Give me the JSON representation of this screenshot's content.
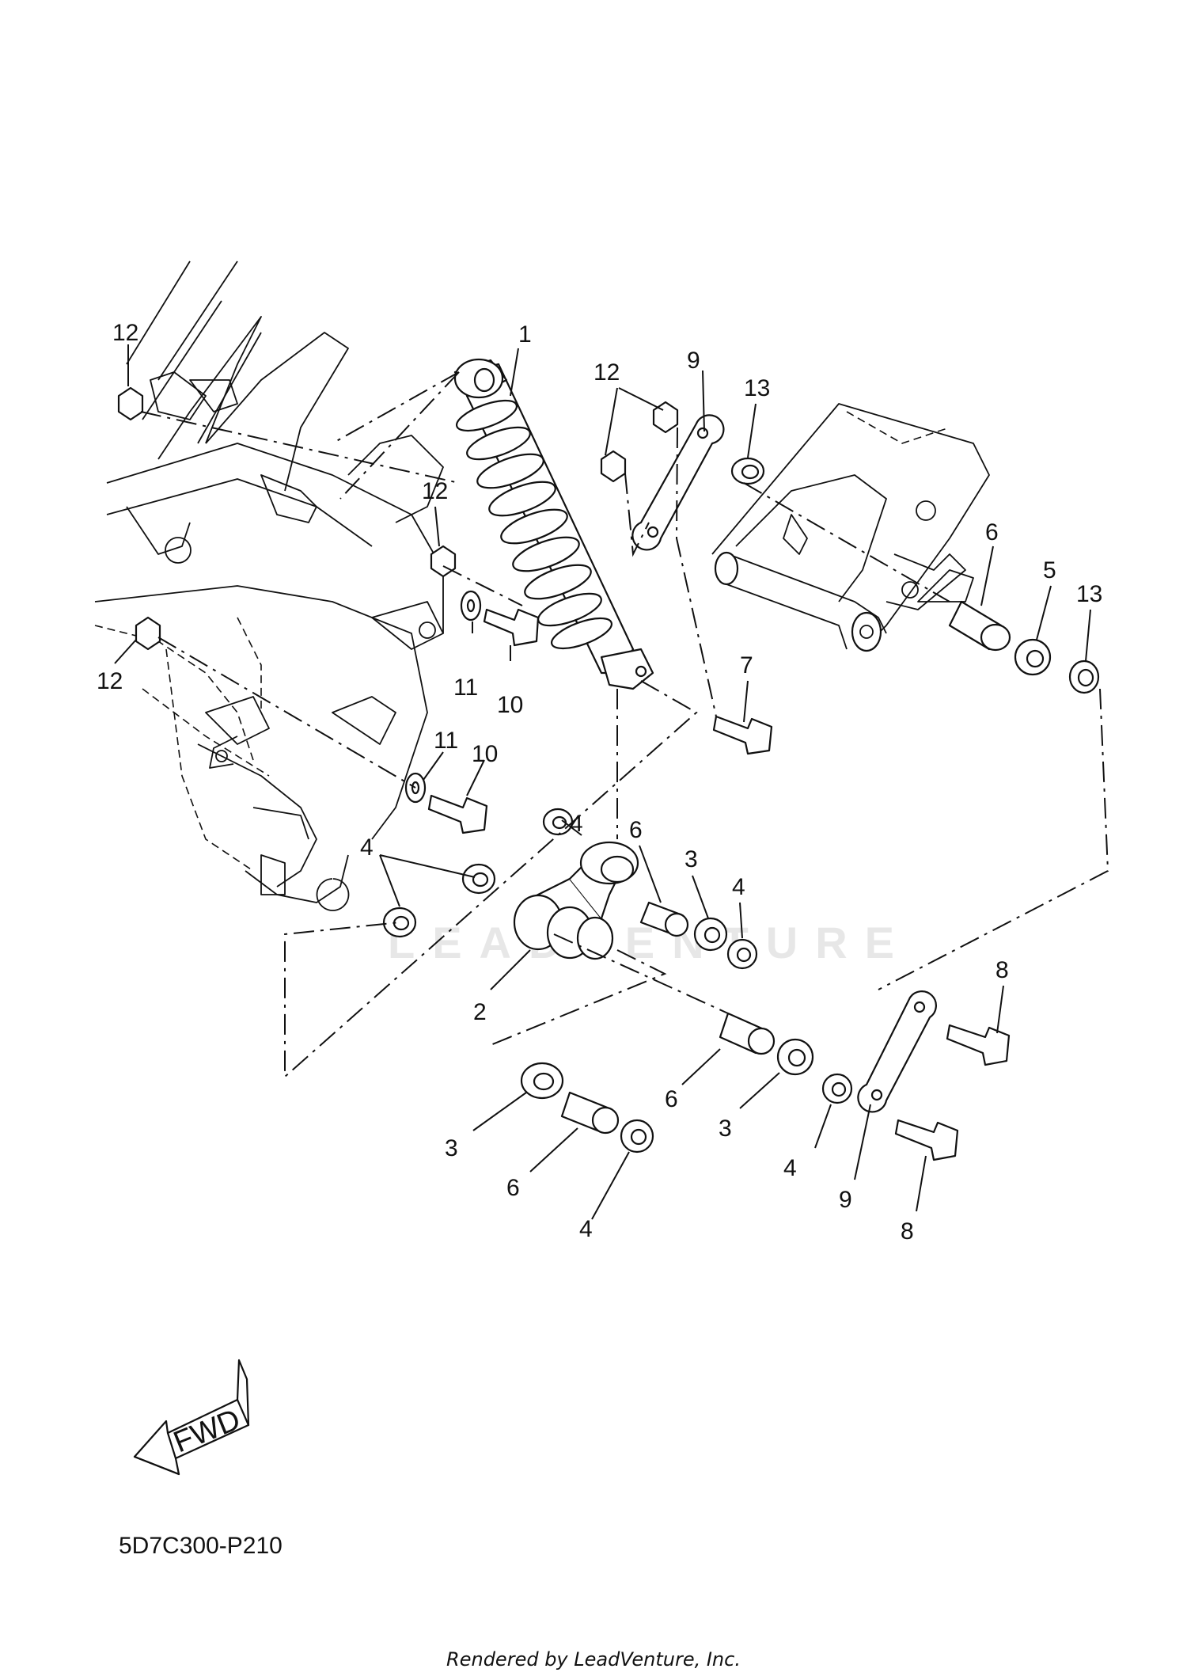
{
  "callouts": [
    "1",
    "2",
    "3",
    "4",
    "5",
    "6",
    "7",
    "8",
    "9",
    "10",
    "11",
    "12",
    "13"
  ],
  "watermark_text": "LEADVENTURE",
  "fwd_label": "FWD",
  "diagram_code": "5D7C300-P210",
  "render_credit": "Rendered by LeadVenture, Inc."
}
